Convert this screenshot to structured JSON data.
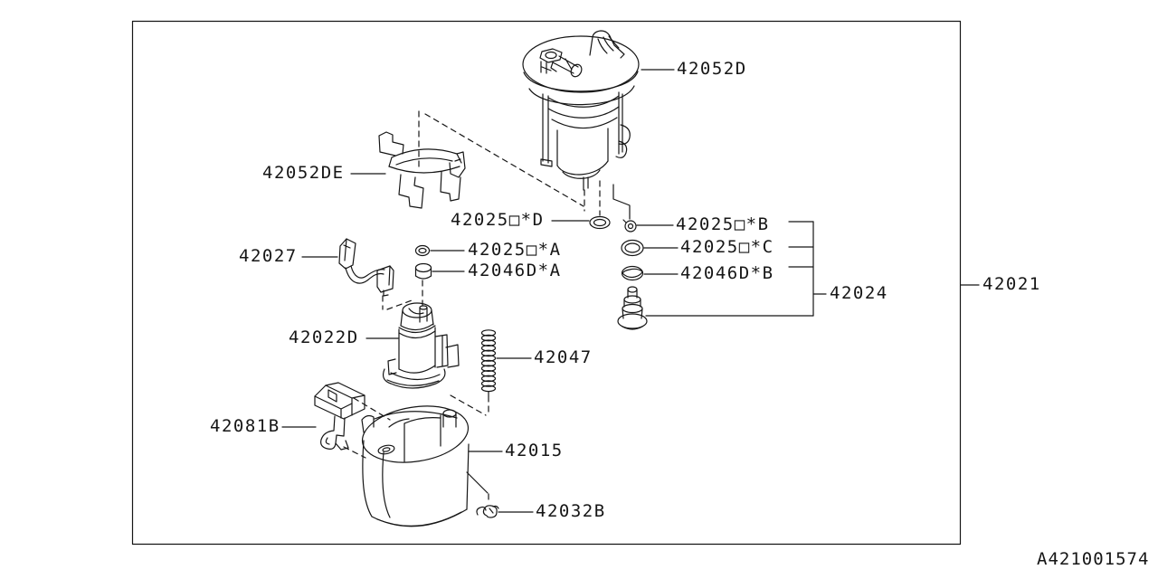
{
  "diagram": {
    "title_code": "A421001574",
    "colors": {
      "line": "#161616",
      "background": "#ffffff"
    },
    "labels": {
      "p42052d": "42052D",
      "p42052de": "42052DE",
      "p42025d": "42025□*D",
      "p42025b": "42025□*B",
      "p42025a": "42025□*A",
      "p42025c": "42025□*C",
      "p42046da": "42046D*A",
      "p42046db": "42046D*B",
      "p42027": "42027",
      "p42024": "42024",
      "p42021": "42021",
      "p42022d": "42022D",
      "p42047": "42047",
      "p42081b": "42081B",
      "p42015": "42015",
      "p42032b": "42032B"
    }
  }
}
